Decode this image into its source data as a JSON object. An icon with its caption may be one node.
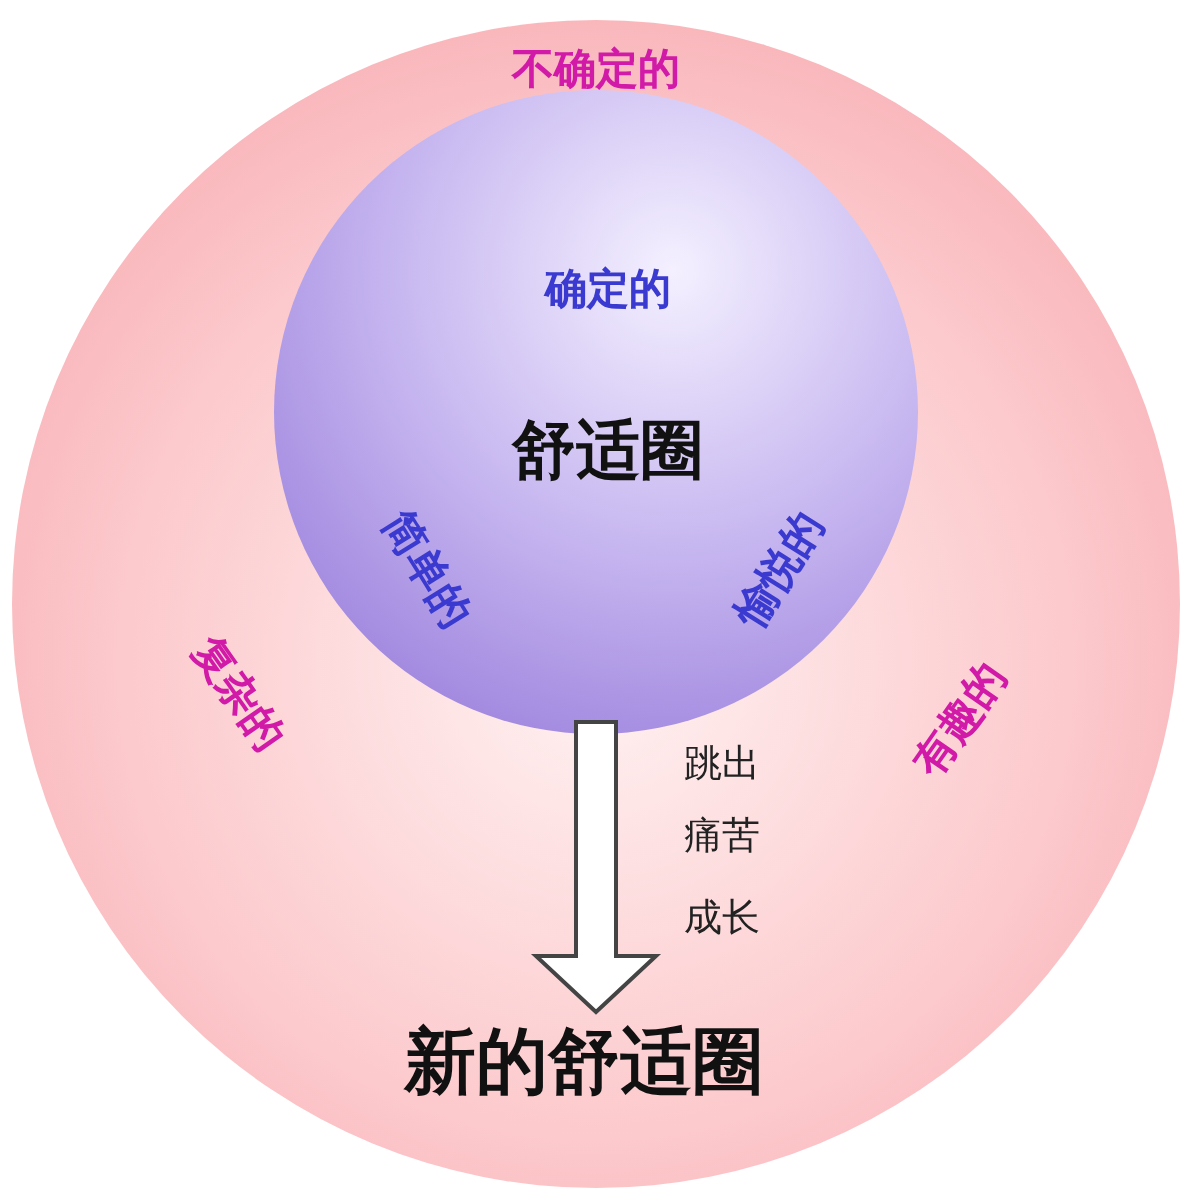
{
  "diagram": {
    "nodes": [
      {
        "text": [
          "不确定的",
          "复杂的",
          "有趣的"
        ]
      },
      {
        "text": [
          "确定的",
          "舒适圈",
          "简单的",
          "愉悦的"
        ],
        "in": 0
      },
      {
        "text": [
          "新的舒适圈"
        ],
        "in": 0
      }
    ],
    "edges": [
      {
        "from": 1,
        "to": 2,
        "arrow": "to"
      }
    ],
    "labels": [
      "跳出",
      "痛苦",
      "成长"
    ]
  }
}
